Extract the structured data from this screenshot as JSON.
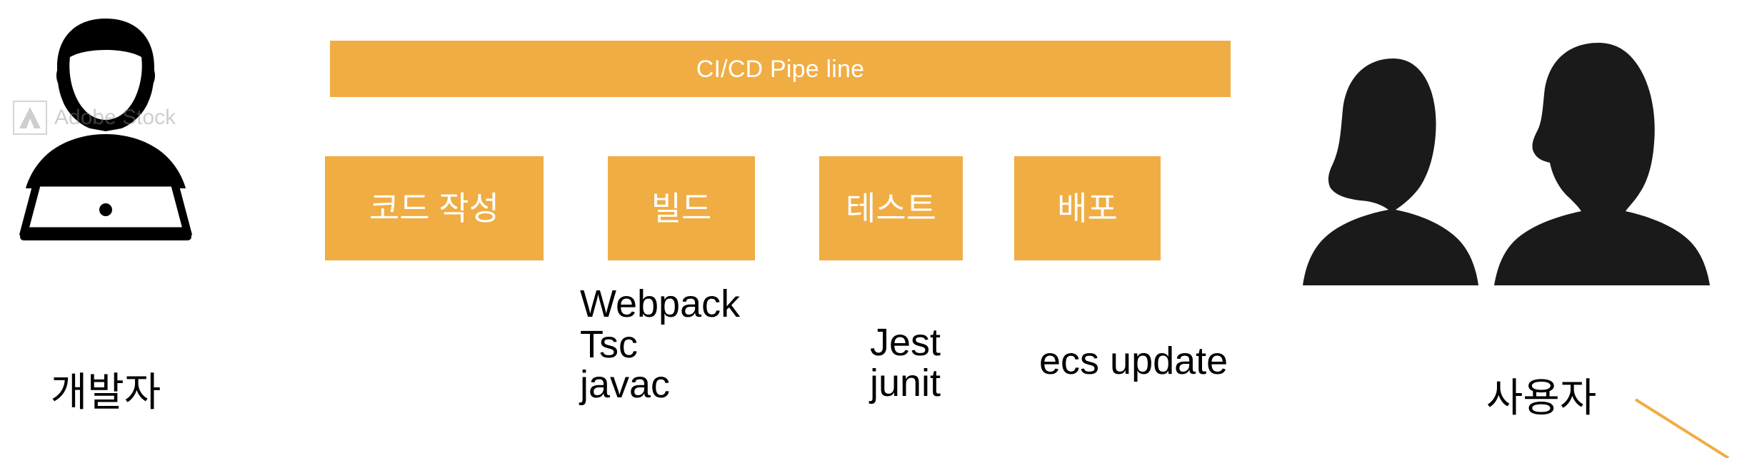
{
  "colors": {
    "accent": "#f0ad43",
    "text": "#000000",
    "on_accent": "#ffffff",
    "figure": "#1a1a1a",
    "watermark": "#8d8d8d"
  },
  "banner": {
    "title": "CI/CD Pipe line"
  },
  "pipeline": {
    "stages": [
      {
        "label": "코드 작성",
        "tools": ""
      },
      {
        "label": "빌드",
        "tools": "Webpack\nTsc\njavac"
      },
      {
        "label": "테스트",
        "tools": "Jest\njunit"
      },
      {
        "label": "배포",
        "tools": "ecs update"
      }
    ]
  },
  "actors": {
    "left": {
      "label": "개발자",
      "icon": "developer-at-laptop-icon"
    },
    "right": {
      "label": "사용자",
      "icon": "two-users-silhouette-icon"
    }
  },
  "watermark": {
    "text": "Adobe Stock",
    "icon": "adobe-stock-logo-icon"
  },
  "decoration": {
    "diagonal_line": "orange-diagonal-line"
  }
}
